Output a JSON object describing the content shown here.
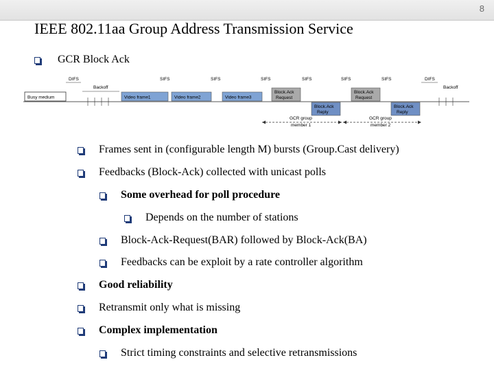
{
  "page_number": "8",
  "title": "IEEE 802.11aa Group Address Transmission Service",
  "heading": "GCR Block Ack",
  "diagram": {
    "labels": {
      "difs": "DIFS",
      "sifs": "SIFS",
      "backoff": "Backoff",
      "busy_medium": "Busy medium",
      "video_frame1": "Video frame1",
      "video_frame2": "Video frame2",
      "video_frame3": "Video frame3",
      "block_ack_request_1": "Block.Ack",
      "block_ack_request_2": "Request",
      "block_ack_reply_1": "Block.Ack",
      "block_ack_reply_2": "Reply",
      "gcr_member1_1": "GCR group",
      "gcr_member1_2": "member 1",
      "gcr_member2_1": "GCR group",
      "gcr_member2_2": "member 2"
    },
    "colors": {
      "video": "#7fa3d4",
      "request": "#a9a9a9",
      "reply": "#6f8fc4",
      "busy": "#ffffff"
    }
  },
  "bullets": [
    {
      "text": "Frames sent in (configurable length M) bursts (Group.Cast delivery)"
    },
    {
      "text": "Feedbacks (Block-Ack) collected with unicast polls"
    },
    {
      "text": "Some overhead for poll procedure"
    },
    {
      "text": "Depends on the number of stations"
    },
    {
      "text": "Block-Ack-Request(BAR) followed by Block-Ack(BA)"
    },
    {
      "text": "Feedbacks can be exploit by a rate controller algorithm"
    },
    {
      "text": "Good reliability"
    },
    {
      "text": "Retransmit only what is missing"
    },
    {
      "text": "Complex implementation"
    },
    {
      "text": "Strict timing constraints and selective retransmissions"
    }
  ]
}
